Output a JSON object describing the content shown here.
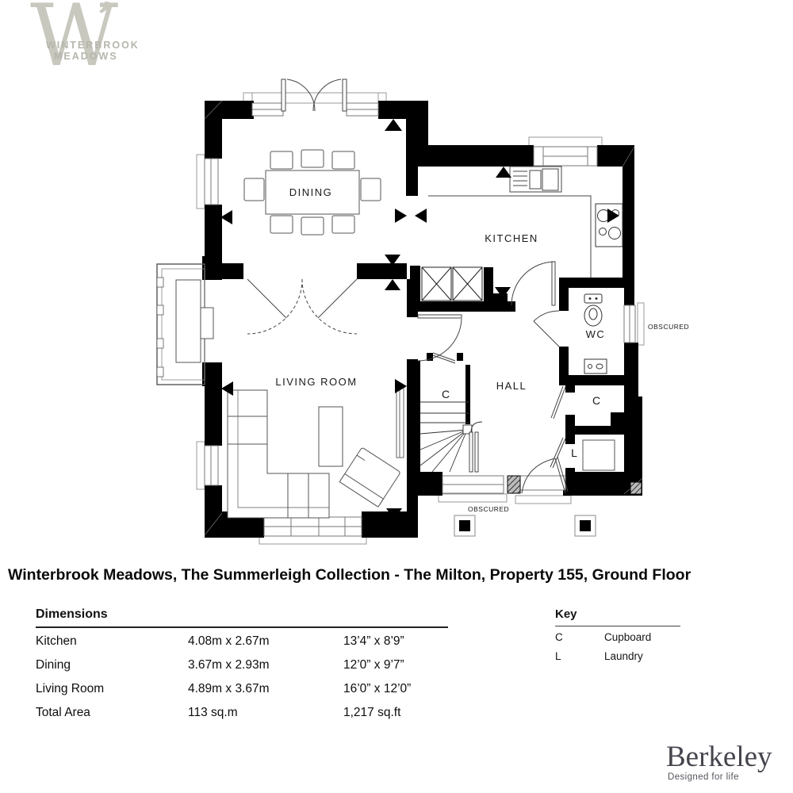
{
  "branding": {
    "monogram": "W",
    "swash": "’",
    "name_line1": "WINTERBROOK",
    "name_line2": "MEADOWS",
    "developer": "Berkeley",
    "developer_tagline": "Designed for life"
  },
  "title": "Winterbrook Meadows, The Summerleigh Collection - The Milton, Property 155, Ground Floor",
  "floorplan": {
    "labels": {
      "dining": "DINING",
      "kitchen": "KITCHEN",
      "living_room": "LIVING ROOM",
      "hall": "HALL",
      "wc": "WC",
      "stairs_cupboard": "C",
      "landing_cupboard": "C",
      "laundry": "L",
      "obscured_right": "OBSCURED",
      "obscured_front": "OBSCURED"
    }
  },
  "dimensions": {
    "heading": "Dimensions",
    "rows": [
      {
        "room": "Kitchen",
        "metric": "4.08m x 2.67m",
        "imperial": "13’4” x 8’9”"
      },
      {
        "room": "Dining",
        "metric": "3.67m x 2.93m",
        "imperial": "12’0” x 9’7”"
      },
      {
        "room": "Living Room",
        "metric": "4.89m x 3.67m",
        "imperial": "16’0” x 12’0”"
      },
      {
        "room": "Total Area",
        "metric": "113 sq.m",
        "imperial": "1,217 sq.ft"
      }
    ]
  },
  "key": {
    "heading": "Key",
    "entries": [
      {
        "abbr": "C",
        "meaning": "Cupboard"
      },
      {
        "abbr": "L",
        "meaning": "Laundry"
      }
    ]
  },
  "colors": {
    "wall": "#000000",
    "logo_gray": "#c8c8bf",
    "berkeley_gray": "#45454e"
  }
}
